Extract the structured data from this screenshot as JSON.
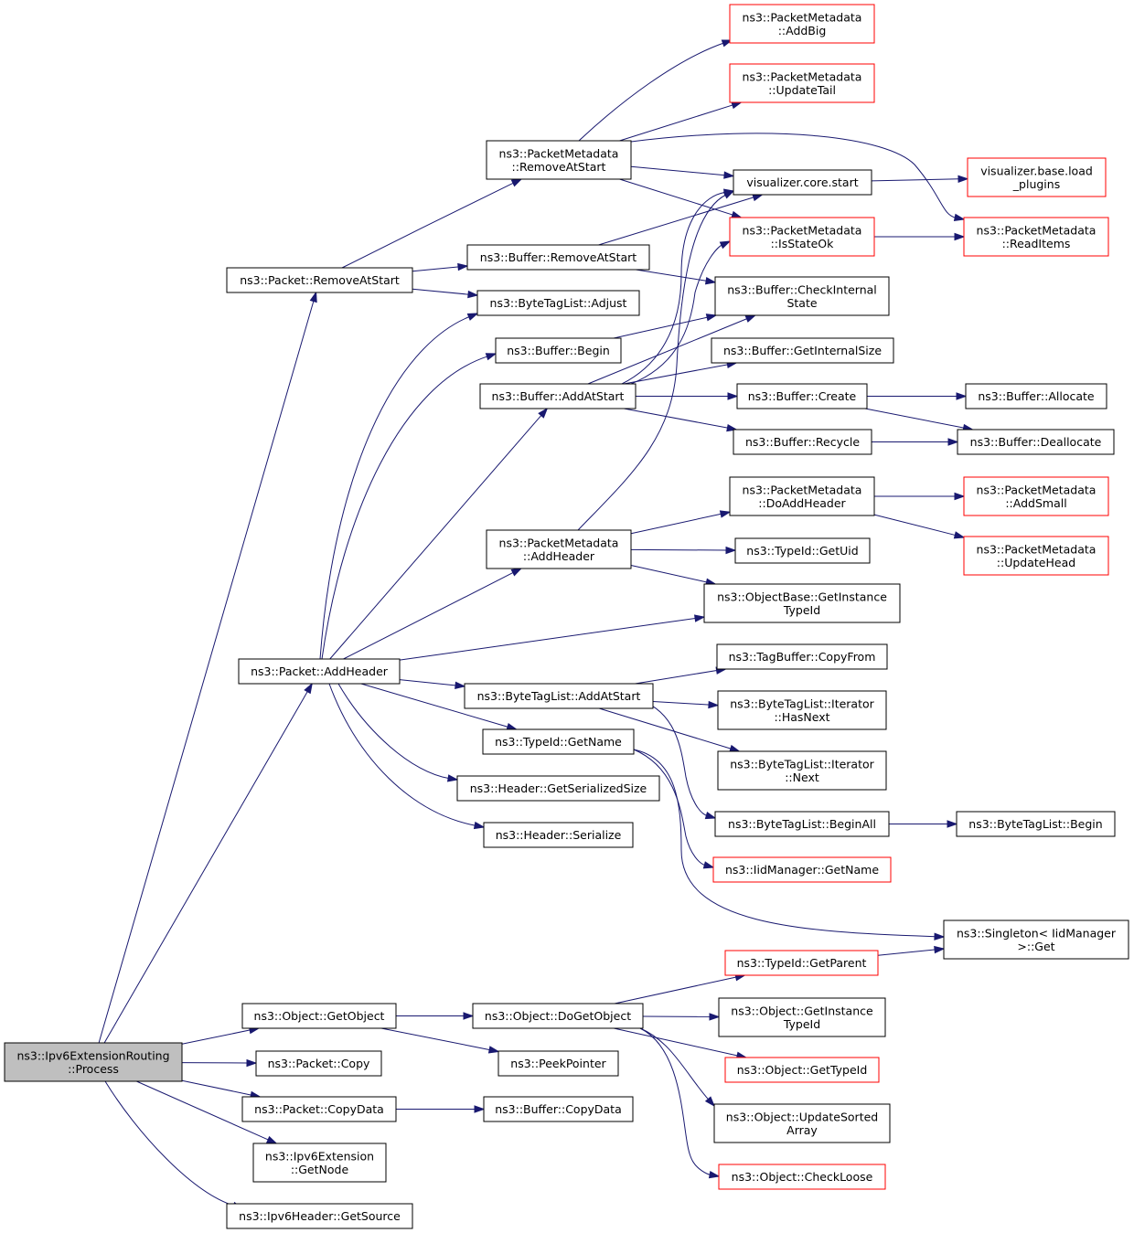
{
  "graph": {
    "nodes": [
      {
        "id": "n0",
        "lines": [
          "ns3::Ipv6ExtensionRouting",
          "::Process"
        ],
        "root": true
      },
      {
        "id": "n1",
        "lines": [
          "ns3::Packet::RemoveAtStart"
        ]
      },
      {
        "id": "n2",
        "lines": [
          "ns3::Packet::AddHeader"
        ]
      },
      {
        "id": "n3",
        "lines": [
          "ns3::Object::GetObject"
        ]
      },
      {
        "id": "n4",
        "lines": [
          "ns3::Packet::Copy"
        ]
      },
      {
        "id": "n5",
        "lines": [
          "ns3::Packet::CopyData"
        ]
      },
      {
        "id": "n6",
        "lines": [
          "ns3::Ipv6Extension",
          "::GetNode"
        ]
      },
      {
        "id": "n7",
        "lines": [
          "ns3::Ipv6Header::GetSource"
        ]
      },
      {
        "id": "n8",
        "lines": [
          "ns3::PacketMetadata",
          "::RemoveAtStart"
        ]
      },
      {
        "id": "n9",
        "lines": [
          "ns3::Buffer::RemoveAtStart"
        ]
      },
      {
        "id": "n10",
        "lines": [
          "ns3::ByteTagList::Adjust"
        ]
      },
      {
        "id": "n11",
        "lines": [
          "ns3::Buffer::Begin"
        ]
      },
      {
        "id": "n12",
        "lines": [
          "ns3::Buffer::AddAtStart"
        ]
      },
      {
        "id": "n13",
        "lines": [
          "ns3::PacketMetadata",
          "::AddHeader"
        ]
      },
      {
        "id": "n14",
        "lines": [
          "ns3::ByteTagList::AddAtStart"
        ]
      },
      {
        "id": "n15",
        "lines": [
          "ns3::TypeId::GetName"
        ]
      },
      {
        "id": "n16",
        "lines": [
          "ns3::Header::GetSerializedSize"
        ]
      },
      {
        "id": "n17",
        "lines": [
          "ns3::Header::Serialize"
        ]
      },
      {
        "id": "n18",
        "lines": [
          "ns3::Object::DoGetObject"
        ]
      },
      {
        "id": "n19",
        "lines": [
          "ns3::PeekPointer"
        ]
      },
      {
        "id": "n20",
        "lines": [
          "ns3::Buffer::CopyData"
        ]
      },
      {
        "id": "n21",
        "lines": [
          "ns3::PacketMetadata",
          "::AddBig"
        ],
        "truncated": true
      },
      {
        "id": "n22",
        "lines": [
          "ns3::PacketMetadata",
          "::UpdateTail"
        ],
        "truncated": true
      },
      {
        "id": "n23",
        "lines": [
          "visualizer.core.start"
        ]
      },
      {
        "id": "n24",
        "lines": [
          "ns3::PacketMetadata",
          "::IsStateOk"
        ],
        "truncated": true
      },
      {
        "id": "n25",
        "lines": [
          "ns3::Buffer::CheckInternal",
          "State"
        ]
      },
      {
        "id": "n26",
        "lines": [
          "ns3::Buffer::GetInternalSize"
        ]
      },
      {
        "id": "n27",
        "lines": [
          "ns3::Buffer::Create"
        ]
      },
      {
        "id": "n28",
        "lines": [
          "ns3::Buffer::Recycle"
        ]
      },
      {
        "id": "n29",
        "lines": [
          "ns3::PacketMetadata",
          "::DoAddHeader"
        ]
      },
      {
        "id": "n30",
        "lines": [
          "ns3::TypeId::GetUid"
        ]
      },
      {
        "id": "n31",
        "lines": [
          "ns3::ObjectBase::GetInstance",
          "TypeId"
        ]
      },
      {
        "id": "n32",
        "lines": [
          "ns3::TagBuffer::CopyFrom"
        ]
      },
      {
        "id": "n33",
        "lines": [
          "ns3::ByteTagList::Iterator",
          "::HasNext"
        ]
      },
      {
        "id": "n34",
        "lines": [
          "ns3::ByteTagList::Iterator",
          "::Next"
        ]
      },
      {
        "id": "n35",
        "lines": [
          "ns3::ByteTagList::BeginAll"
        ]
      },
      {
        "id": "n36",
        "lines": [
          "ns3::IidManager::GetName"
        ],
        "truncated": true
      },
      {
        "id": "n37",
        "lines": [
          "ns3::TypeId::GetParent"
        ],
        "truncated": true
      },
      {
        "id": "n38",
        "lines": [
          "ns3::Object::GetInstance",
          "TypeId"
        ]
      },
      {
        "id": "n39",
        "lines": [
          "ns3::Object::GetTypeId"
        ],
        "truncated": true
      },
      {
        "id": "n40",
        "lines": [
          "ns3::Object::UpdateSorted",
          "Array"
        ]
      },
      {
        "id": "n41",
        "lines": [
          "ns3::Object::CheckLoose"
        ],
        "truncated": true
      },
      {
        "id": "n42",
        "lines": [
          "visualizer.base.load",
          "_plugins"
        ],
        "truncated": true
      },
      {
        "id": "n43",
        "lines": [
          "ns3::PacketMetadata",
          "::ReadItems"
        ],
        "truncated": true
      },
      {
        "id": "n44",
        "lines": [
          "ns3::Buffer::Allocate"
        ]
      },
      {
        "id": "n45",
        "lines": [
          "ns3::Buffer::Deallocate"
        ]
      },
      {
        "id": "n46",
        "lines": [
          "ns3::PacketMetadata",
          "::AddSmall"
        ],
        "truncated": true
      },
      {
        "id": "n47",
        "lines": [
          "ns3::PacketMetadata",
          "::UpdateHead"
        ],
        "truncated": true
      },
      {
        "id": "n48",
        "lines": [
          "ns3::Singleton< IidManager",
          " >::Get"
        ]
      },
      {
        "id": "n49",
        "lines": [
          "ns3::ByteTagList::Begin"
        ]
      }
    ],
    "edges": [
      [
        "n0",
        "n1"
      ],
      [
        "n0",
        "n2"
      ],
      [
        "n0",
        "n3"
      ],
      [
        "n0",
        "n4"
      ],
      [
        "n0",
        "n5"
      ],
      [
        "n0",
        "n6"
      ],
      [
        "n0",
        "n7"
      ],
      [
        "n1",
        "n8"
      ],
      [
        "n1",
        "n9"
      ],
      [
        "n1",
        "n10"
      ],
      [
        "n2",
        "n10"
      ],
      [
        "n2",
        "n11"
      ],
      [
        "n2",
        "n12"
      ],
      [
        "n2",
        "n13"
      ],
      [
        "n2",
        "n31"
      ],
      [
        "n2",
        "n14"
      ],
      [
        "n2",
        "n15"
      ],
      [
        "n2",
        "n16"
      ],
      [
        "n2",
        "n17"
      ],
      [
        "n3",
        "n18"
      ],
      [
        "n3",
        "n19"
      ],
      [
        "n5",
        "n20"
      ],
      [
        "n8",
        "n21"
      ],
      [
        "n8",
        "n22"
      ],
      [
        "n8",
        "n23"
      ],
      [
        "n8",
        "n24"
      ],
      [
        "n8",
        "n43"
      ],
      [
        "n9",
        "n23"
      ],
      [
        "n9",
        "n25"
      ],
      [
        "n11",
        "n25"
      ],
      [
        "n12",
        "n23"
      ],
      [
        "n12",
        "n24"
      ],
      [
        "n12",
        "n25"
      ],
      [
        "n12",
        "n26"
      ],
      [
        "n12",
        "n27"
      ],
      [
        "n12",
        "n28"
      ],
      [
        "n13",
        "n23"
      ],
      [
        "n13",
        "n29"
      ],
      [
        "n13",
        "n30"
      ],
      [
        "n13",
        "n31"
      ],
      [
        "n14",
        "n32"
      ],
      [
        "n14",
        "n33"
      ],
      [
        "n14",
        "n34"
      ],
      [
        "n14",
        "n35"
      ],
      [
        "n15",
        "n36"
      ],
      [
        "n15",
        "n48"
      ],
      [
        "n18",
        "n37"
      ],
      [
        "n18",
        "n38"
      ],
      [
        "n18",
        "n39"
      ],
      [
        "n18",
        "n40"
      ],
      [
        "n18",
        "n41"
      ],
      [
        "n23",
        "n42"
      ],
      [
        "n24",
        "n43"
      ],
      [
        "n27",
        "n44"
      ],
      [
        "n27",
        "n45"
      ],
      [
        "n28",
        "n45"
      ],
      [
        "n29",
        "n46"
      ],
      [
        "n29",
        "n47"
      ],
      [
        "n35",
        "n49"
      ],
      [
        "n37",
        "n48"
      ]
    ]
  }
}
